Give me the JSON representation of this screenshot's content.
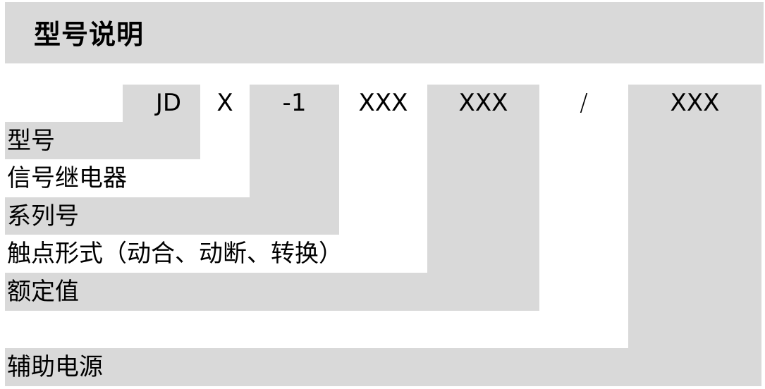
{
  "header": {
    "title": "型号说明"
  },
  "model_code": {
    "segments": [
      {
        "text": "JD",
        "shaded": true
      },
      {
        "text": "X",
        "shaded": false
      },
      {
        "text": "-1",
        "shaded": true
      },
      {
        "text": "XXX",
        "shaded": false
      },
      {
        "text": "XXX",
        "shaded": true
      },
      {
        "text": "/",
        "shaded": false
      },
      {
        "text": "XXX",
        "shaded": true
      }
    ]
  },
  "legend": {
    "rows": [
      {
        "label": "型号",
        "refers_to": "JD"
      },
      {
        "label": "信号继电器",
        "refers_to": "X"
      },
      {
        "label": "系列号",
        "refers_to": "-1"
      },
      {
        "label": "触点形式（动合、动断、转换）",
        "refers_to": "XXX"
      },
      {
        "label": "额定值",
        "refers_to": "XXX"
      },
      {
        "label": "辅助电源",
        "refers_to": "XXX"
      }
    ]
  },
  "colors": {
    "shade": "#D9D9D9",
    "background": "#FFFFFF",
    "text": "#000000"
  }
}
